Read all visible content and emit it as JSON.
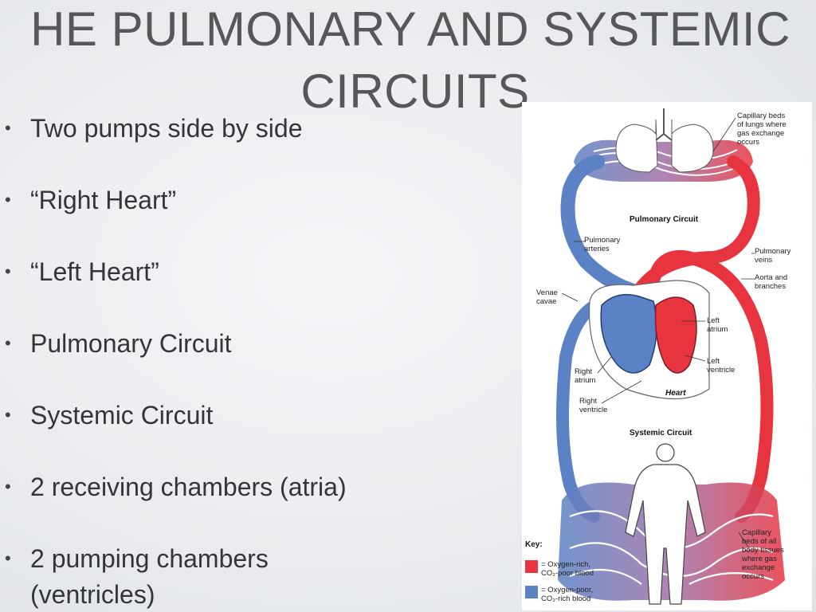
{
  "slide": {
    "title_line1": "HE PULMONARY AND SYSTEMIC",
    "title_line2": "CIRCUITS",
    "bullets": [
      "Two pumps side by side",
      "“Right Heart”",
      "“Left Heart”",
      "Pulmonary Circuit",
      "Systemic Circuit",
      "2 receiving chambers (atria)",
      "2 pumping chambers",
      "(ventricles)"
    ]
  },
  "diagram": {
    "labels": {
      "capillary_lungs": [
        "Capillary beds",
        "of lungs where",
        "gas exchange",
        "occurs"
      ],
      "pulmonary_circuit": "Pulmonary Circuit",
      "pulmonary_arteries": [
        "Pulmonary",
        "arteries"
      ],
      "pulmonary_veins": [
        "Pulmonary",
        "veins"
      ],
      "aorta": [
        "Aorta and",
        "branches"
      ],
      "venae_cavae": [
        "Venae",
        "cavae"
      ],
      "left_atrium": [
        "Left",
        "atrium"
      ],
      "left_ventricle": [
        "Left",
        "ventricle"
      ],
      "right_atrium": [
        "Right",
        "atrium"
      ],
      "right_ventricle": [
        "Right",
        "ventricle"
      ],
      "heart": "Heart",
      "systemic_circuit": "Systemic Circuit",
      "capillary_body": [
        "Capillary",
        "beds of all",
        "body tissues",
        "where gas",
        "exchange",
        "occurs"
      ],
      "key": "Key:",
      "key_red": [
        "= Oxygen-rich,",
        "CO₂-poor blood"
      ],
      "key_blue": [
        "= Oxygen-poor,",
        "CO₂-rich blood"
      ]
    },
    "colors": {
      "oxygen_rich": "#e8343f",
      "oxygen_poor": "#5b82c4",
      "mixed": "#a06fa6"
    }
  }
}
